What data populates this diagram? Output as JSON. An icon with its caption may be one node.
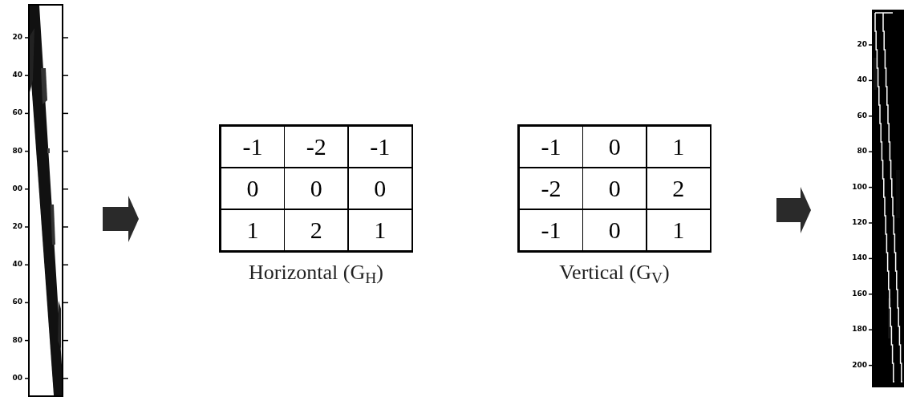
{
  "diagram": {
    "nodes": [
      {
        "text": [],
        "shape": "picture",
        "beside": [
          "20",
          "40",
          "60",
          "80",
          "00",
          "20",
          "40",
          "60",
          "80",
          "00"
        ]
      },
      {
        "text": [
          "Horizontal (G$_{H}$)"
        ]
      },
      {
        "text": [
          "Vertical (G$_{V}$)"
        ]
      },
      {
        "text": [],
        "shape": "picture",
        "beside": [
          "20",
          "40",
          "60",
          "80",
          "100",
          "120",
          "140",
          "160",
          "180",
          "200"
        ]
      }
    ],
    "edges": [
      {
        "from": 0,
        "to": 1,
        "arrow": "to",
        "style": "thick"
      },
      {
        "from": 2,
        "to": 3,
        "arrow": "to",
        "style": "thick"
      }
    ],
    "labels": [
      "-1",
      "-2",
      "-1",
      "0",
      "0",
      "0",
      "1",
      "2",
      "1",
      "-1",
      "0",
      "1",
      "-2",
      "0",
      "2",
      "-1",
      "0",
      "1"
    ]
  }
}
